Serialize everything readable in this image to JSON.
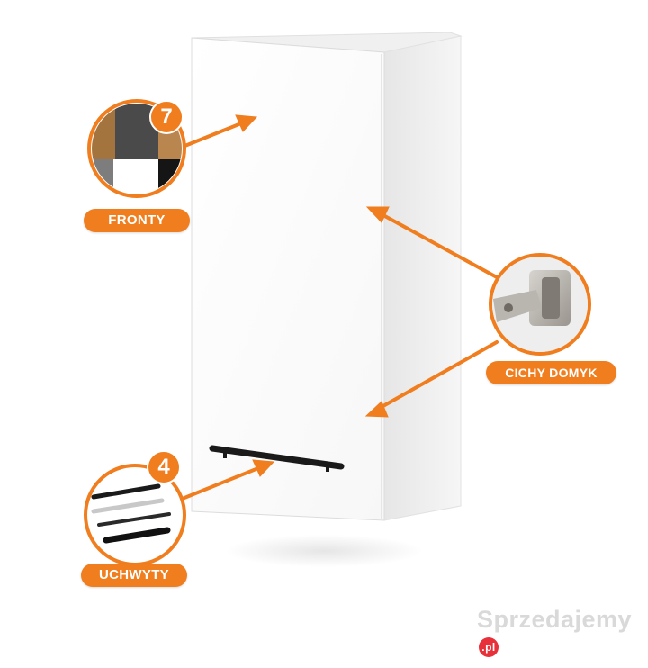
{
  "callouts": {
    "fronty": {
      "label": "FRONTY",
      "count": "7"
    },
    "cichy_domyk": {
      "label": "CICHY DOMYK"
    },
    "uchwyty": {
      "label": "UCHWYTY",
      "count": "4"
    }
  },
  "watermark": {
    "text": "Sprzedajemy",
    "suffix": ".pl"
  },
  "colors": {
    "accent": "#f07d1e",
    "cabinet": "#ffffff",
    "handle": "#1a1a1a",
    "watermark_brand": "#e8303a"
  },
  "icons": [
    "arrow-icon",
    "hinge-icon",
    "color-swatch-icon",
    "handle-icon"
  ]
}
